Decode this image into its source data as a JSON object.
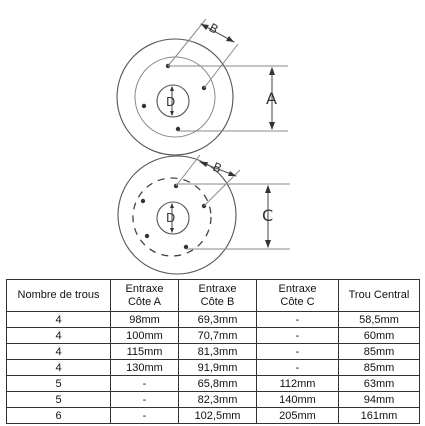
{
  "diagram": {
    "top": {
      "hole_count": 4,
      "labels": {
        "distance": "B",
        "spacing": "A",
        "center": "D"
      }
    },
    "bottom": {
      "hole_count": 5,
      "labels": {
        "distance": "B",
        "spacing": "C",
        "center": "D"
      }
    }
  },
  "table": {
    "headers": [
      {
        "line1": "Nombre de trous",
        "line2": ""
      },
      {
        "line1": "Entraxe",
        "line2": "Côte A"
      },
      {
        "line1": "Entraxe",
        "line2": "Côte B"
      },
      {
        "line1": "Entraxe",
        "line2": "Côte C"
      },
      {
        "line1": "Trou Central",
        "line2": ""
      }
    ],
    "rows": [
      [
        "4",
        "98mm",
        "69,3mm",
        "-",
        "58,5mm"
      ],
      [
        "4",
        "100mm",
        "70,7mm",
        "-",
        "60mm"
      ],
      [
        "4",
        "115mm",
        "81,3mm",
        "-",
        "85mm"
      ],
      [
        "4",
        "130mm",
        "91,9mm",
        "-",
        "85mm"
      ],
      [
        "5",
        "-",
        "65,8mm",
        "112mm",
        "63mm"
      ],
      [
        "5",
        "-",
        "82,3mm",
        "140mm",
        "94mm"
      ],
      [
        "6",
        "-",
        "102,5mm",
        "205mm",
        "161mm"
      ]
    ]
  }
}
